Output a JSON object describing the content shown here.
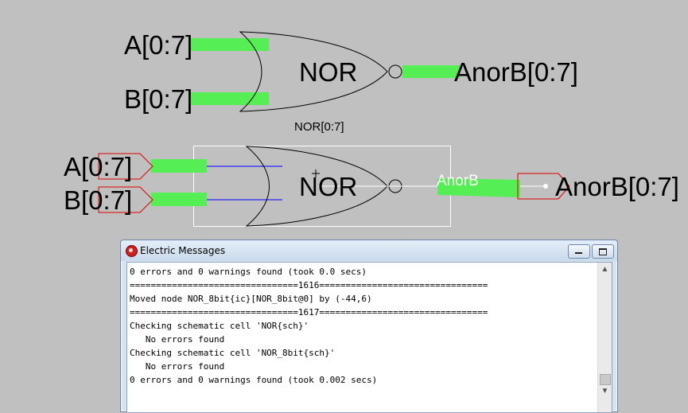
{
  "schematic": {
    "icon": {
      "input_a": "A[0:7]",
      "input_b": "B[0:7]",
      "gate_text": "NOR",
      "output": "AnorB[0:7]",
      "instance_name": "NOR[0:7]"
    },
    "schematic_view": {
      "export_a": "A[0:7]",
      "export_b": "B[0:7]",
      "gate_text": "NOR",
      "wire_label": "AnorB",
      "export_out": "AnorB[0:7]"
    }
  },
  "colors": {
    "bus": "#55ee55",
    "export_outline": "#dd0000",
    "selection": "#ffffff",
    "arc": "#0000ff",
    "background": "#c0c0c0"
  },
  "messages_window": {
    "title": "Electric Messages",
    "lines": [
      "0 errors and 0 warnings found (took 0.0 secs)",
      "================================1616================================",
      "Moved node NOR_8bit{ic}[NOR_8bit@0] by (-44,6)",
      "================================1617================================",
      "Checking schematic cell 'NOR{sch}'",
      "   No errors found",
      "Checking schematic cell 'NOR_8bit{sch}'",
      "   No errors found",
      "0 errors and 0 warnings found (took 0.002 secs)"
    ]
  }
}
